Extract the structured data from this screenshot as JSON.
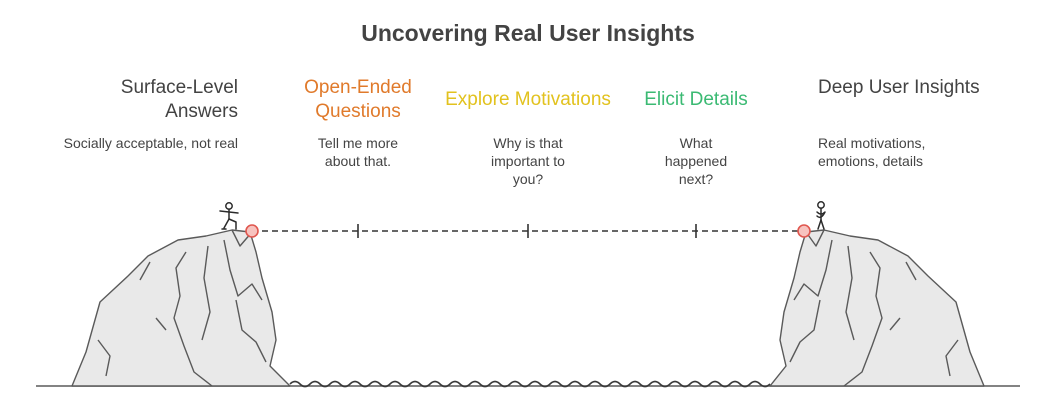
{
  "title": "Uncovering Real User Insights",
  "colors": {
    "neutral": "#434343",
    "open_ended": "#E07A2B",
    "explore": "#E2C21E",
    "elicit": "#3BBA73",
    "marker_fill": "#F7C3BF",
    "marker_stroke": "#E0574F",
    "rock_fill": "#E9E9E9",
    "rock_stroke": "#5A5A5A"
  },
  "stages": [
    {
      "heading": "Surface-Level Answers",
      "description": "Socially acceptable, not real",
      "color": "#434343"
    },
    {
      "heading": "Open-Ended Questions",
      "description": "Tell me more about that.",
      "color": "#E07A2B"
    },
    {
      "heading": "Explore Motivations",
      "description": "Why is that important to you?",
      "color": "#E2C21E"
    },
    {
      "heading": "Elicit Details",
      "description": "What happened next?",
      "color": "#3BBA73"
    },
    {
      "heading": "Deep User Insights",
      "description": "Real motivations, emotions, details",
      "color": "#434343"
    }
  ],
  "icons": {
    "left_figure": "person-balancing-icon",
    "right_figure": "person-standing-icon",
    "left_marker": "start-point-icon",
    "right_marker": "end-point-icon"
  }
}
